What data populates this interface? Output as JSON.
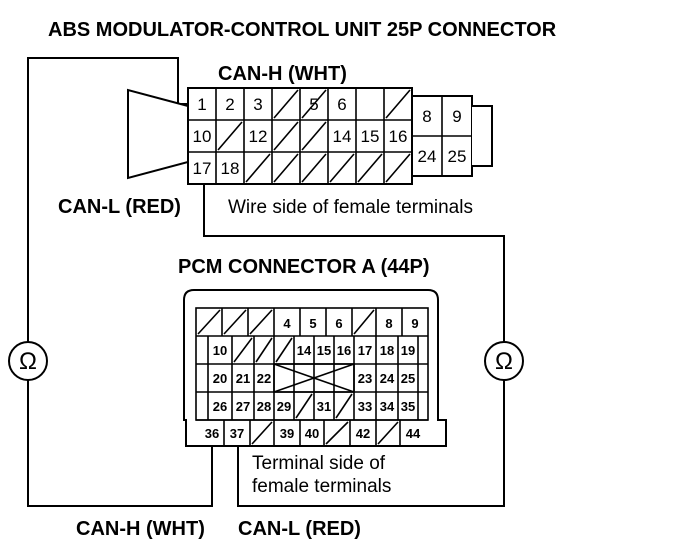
{
  "abs_connector": {
    "title": "ABS MODULATOR-CONTROL UNIT 25P CONNECTOR",
    "can_h_label": "CAN-H (WHT)",
    "can_l_label": "CAN-L (RED)",
    "side_note": "Wire side of female terminals",
    "pins": [
      "1",
      "2",
      "3",
      "5",
      "6",
      "8",
      "9",
      "10",
      "12",
      "14",
      "15",
      "16",
      "17",
      "18",
      "24",
      "25"
    ]
  },
  "pcm_connector": {
    "title": "PCM CONNECTOR A (44P)",
    "side_note_line1": "Terminal side of",
    "side_note_line2": "female terminals",
    "pins": [
      "4",
      "5",
      "6",
      "8",
      "9",
      "10",
      "14",
      "15",
      "16",
      "17",
      "18",
      "19",
      "20",
      "21",
      "22",
      "23",
      "24",
      "25",
      "26",
      "27",
      "28",
      "29",
      "31",
      "33",
      "34",
      "35",
      "36",
      "37",
      "39",
      "40",
      "42",
      "44"
    ]
  },
  "meters": {
    "left_symbol": "Ω",
    "right_symbol": "Ω"
  },
  "bottom_labels": {
    "can_h": "CAN-H (WHT)",
    "can_l": "CAN-L (RED)"
  }
}
